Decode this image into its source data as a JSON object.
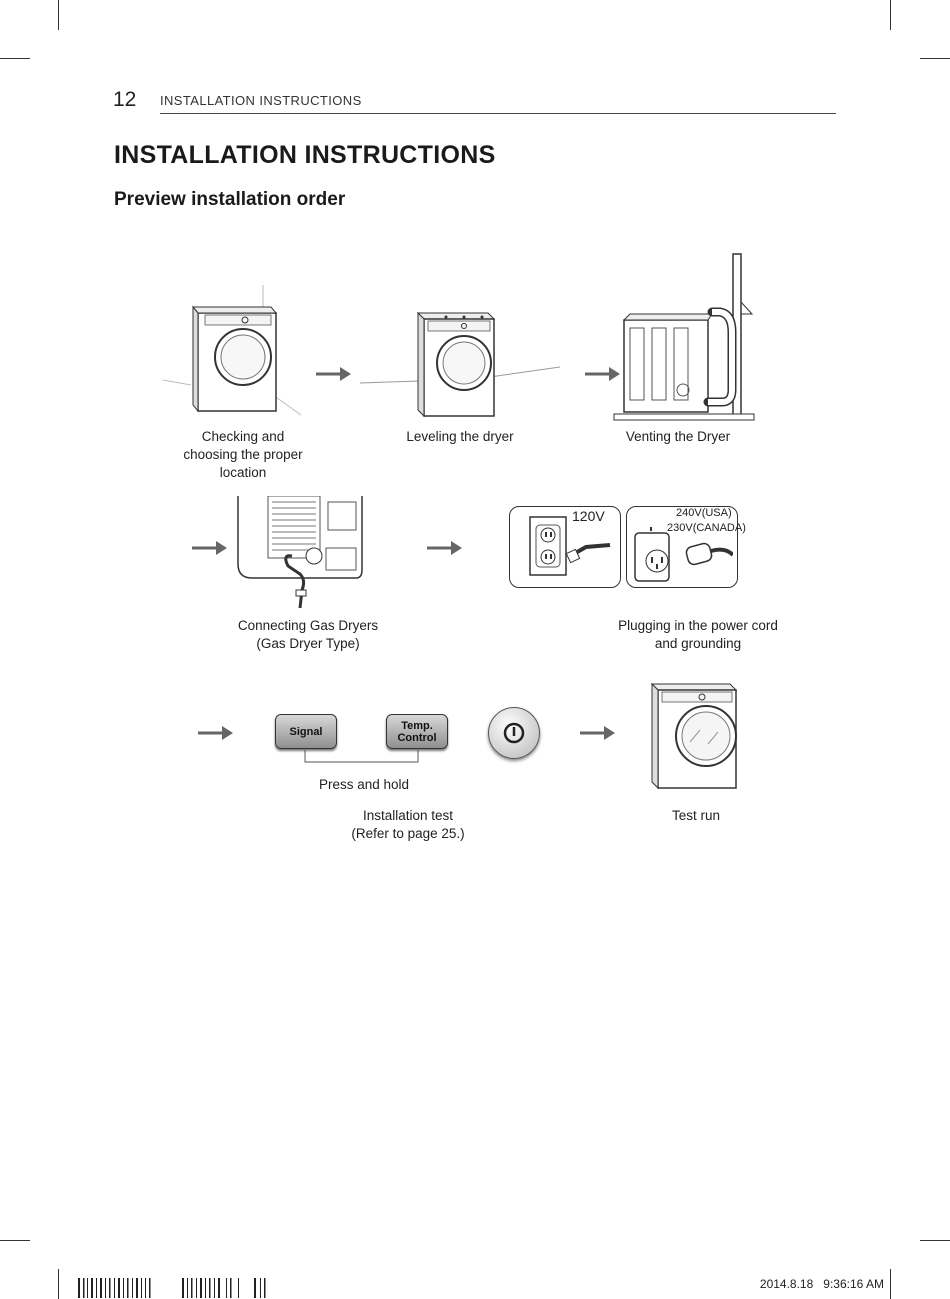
{
  "header": {
    "page_number": "12",
    "running_head": "INSTALLATION INSTRUCTIONS"
  },
  "title": "INSTALLATION INSTRUCTIONS",
  "subtitle": "Preview installation order",
  "steps": {
    "checking": "Checking and\nchoosing the proper\nlocation",
    "leveling": "Leveling the dryer",
    "venting": "Venting the Dryer",
    "gas": "Connecting Gas Dryers\n(Gas Dryer Type)",
    "power": "Plugging in the power cord\nand grounding",
    "press_hold": "Press and hold",
    "install_test": "Installation test\n(Refer to page 25.)",
    "test_run": "Test run"
  },
  "power_labels": {
    "v120": "120V",
    "v240": "240V(USA)",
    "v230": "230V(CANADA)"
  },
  "buttons": {
    "signal": "Signal",
    "temp_control": "Temp.\nControl"
  },
  "footer": {
    "timestamp": "2014.8.18   9:36:16 AM"
  },
  "icons": [
    "arrow-right-icon",
    "power-icon",
    "outlet-icon",
    "plug-icon"
  ]
}
